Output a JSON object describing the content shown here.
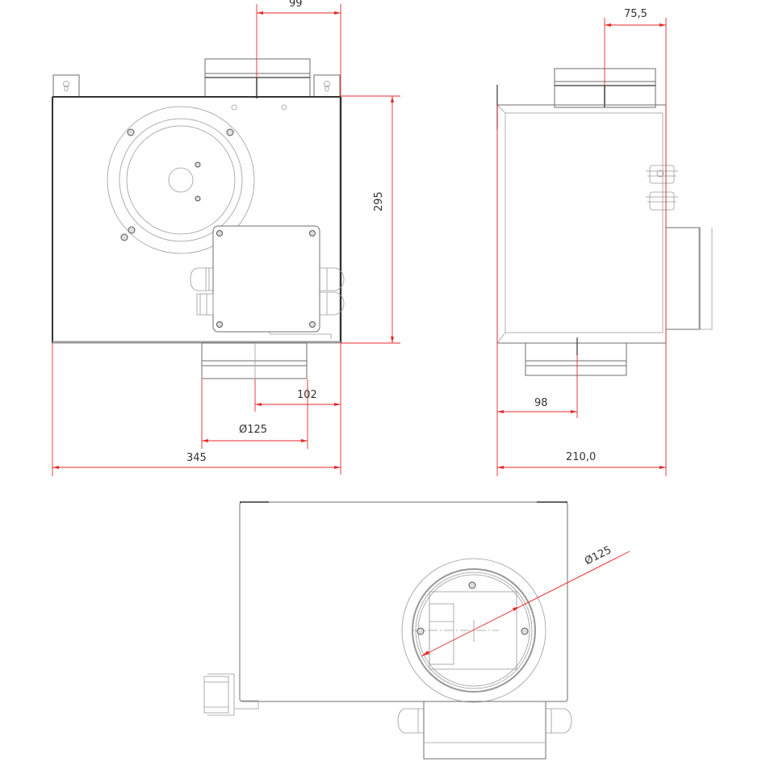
{
  "drawing": {
    "type": "technical-dimension-drawing",
    "subject": "inline duct fan with electrical junction box",
    "units": "mm",
    "line_color": "#6e6e6e",
    "dimension_color": "#e8292b"
  },
  "views": {
    "front": {
      "label": "front-view",
      "dimensions": {
        "outlet_offset": "99",
        "height": "295",
        "inlet_offset": "102",
        "duct_diameter": "Ø125",
        "width": "345"
      }
    },
    "side": {
      "label": "side-view",
      "dimensions": {
        "outlet_offset": "75,5",
        "inlet_offset": "98",
        "depth": "210,0"
      }
    },
    "top": {
      "label": "bottom-view",
      "dimensions": {
        "duct_diameter": "Ø125"
      }
    }
  }
}
